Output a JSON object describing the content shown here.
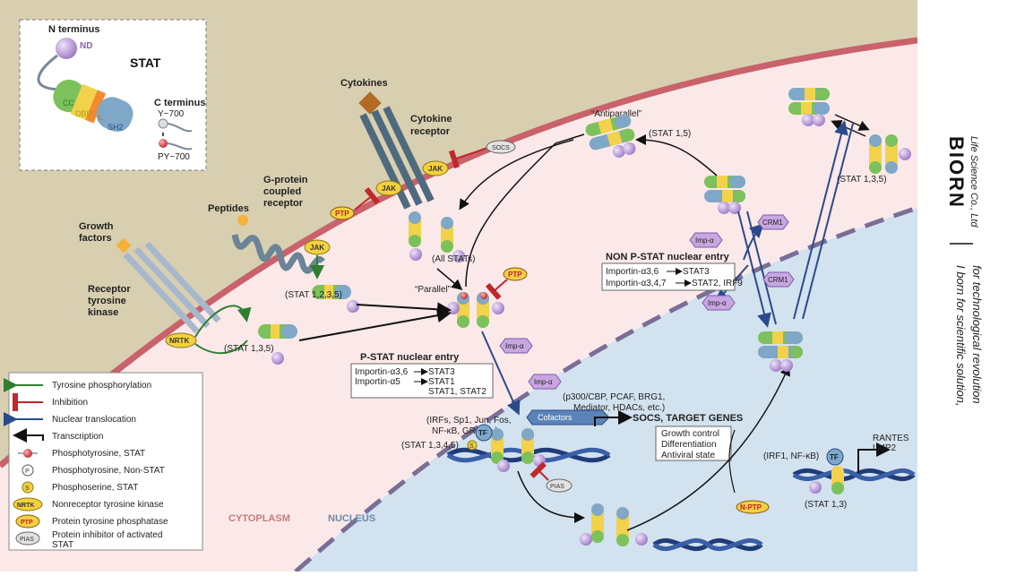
{
  "brand": {
    "name": "BIORN",
    "subtitle": "Life Science Co., Ltd",
    "slogan_1": "I born for scientific solution,",
    "slogan_2": "for technological revolution"
  },
  "inset": {
    "n_terminus": "N terminus",
    "nd": "ND",
    "stat": "STAT",
    "cc": "CC",
    "dbd": "DBD",
    "l": "L",
    "sh2": "SH2",
    "c_terminus": "C terminus",
    "y700": "Y~700",
    "py700": "PY~700"
  },
  "labels": {
    "cytokines": "Cytokines",
    "cytokine_receptor_1": "Cytokine",
    "cytokine_receptor_2": "receptor",
    "socs_badge": "SOCS",
    "jak": "JAK",
    "p": "P",
    "s": "S",
    "peptides": "Peptides",
    "gpcr_1": "G-protein",
    "gpcr_2": "coupled",
    "gpcr_3": "receptor",
    "ptp": "PTP",
    "growth_1": "Growth",
    "growth_2": "factors",
    "rtk_1": "Receptor",
    "rtk_2": "tyrosine",
    "rtk_3": "kinase",
    "nrtk": "NRTK",
    "stat_1235": "(STAT 1,2,3,5)",
    "stat_135_a": "(STAT 1,3,5)",
    "all_stats": "(All STATs)",
    "parallel": "“Parallel”",
    "antiparallel": "“Antiparallel”",
    "stat_15": "(STAT 1,5)",
    "stat_135_b": "(STAT 1,3,5)",
    "crm1_a": "CRM1",
    "crm1_b": "CRM1",
    "imp_alpha_a": "Imp-α",
    "imp_alpha_b": "Imp-α",
    "imp_alpha_c": "Imp-α",
    "imp_alpha_d": "Imp-α",
    "non_pstat_title": "NON P-STAT nuclear entry",
    "non_pstat_1a": "Importin-α3,6",
    "non_pstat_1b": "STAT3",
    "non_pstat_2a": "Importin-α3,4,7",
    "non_pstat_2b": "STAT2, IRF9",
    "pstat_title": "P-STAT nuclear entry",
    "pstat_1a": "Importin-α3,6",
    "pstat_1b": "STAT3",
    "pstat_2a": "Importin-α5",
    "pstat_2b": "STAT1",
    "pstat_3b": "STAT1, STAT2",
    "coact_1": "(p300/CBP, PCAF, BRG1,",
    "coact_2": "Mediator, HDACs, etc.)",
    "tf_list_1": "(IRFs, Sp1, Jun, Fos,",
    "tf_list_2": "NF-κB, GR, etc.)",
    "cofactors": "Cofactors",
    "socs_target": "SOCS, TARGET GENES",
    "outcome_1": "Growth control",
    "outcome_2": "Differentiation",
    "outcome_3": "Antiviral state",
    "stat_1345": "(STAT 1,3,4,5)",
    "tf": "TF",
    "pias_badge": "PIAS",
    "irf1": "(IRF1, NF-κB)",
    "stat_13": "(STAT 1,3)",
    "rantes": "RANTES",
    "lmp2": "LMP2",
    "nptp": "N-PTP",
    "cytoplasm": "CYTOPLASM",
    "nucleus": "NUCLEUS"
  },
  "legend": [
    {
      "key": "tyr",
      "text": "Tyrosine phosphorylation"
    },
    {
      "key": "inh",
      "text": "Inhibition"
    },
    {
      "key": "nuc",
      "text": "Nuclear translocation"
    },
    {
      "key": "trn",
      "text": "Transcription"
    },
    {
      "key": "pys",
      "text": "Phosphotyrosine, STAT"
    },
    {
      "key": "pyn",
      "text": "Phosphotyrosine, Non-STAT"
    },
    {
      "key": "pss",
      "text": "Phosphoserine, STAT"
    },
    {
      "key": "nrtk",
      "text": "Nonreceptor tyrosine kinase"
    },
    {
      "key": "ptp",
      "text": "Protein tyrosine phosphatase"
    },
    {
      "key": "pias",
      "text": "Protein inhibitor of activated",
      "text2": "STAT"
    }
  ],
  "legend_badges": {
    "p": "P",
    "s": "S",
    "nrtk": "NRTK",
    "ptp": "PTP",
    "pias": "PIAS"
  },
  "colors": {
    "membrane": "#c9626a",
    "outside": "#d8cfb0",
    "cytoplasm": "#fbe9e9",
    "nucleus": "#d2e2ef",
    "nuclear_envelope": "#7a6d96",
    "green": "#2f7f2f",
    "red": "#c1272d",
    "blue": "#2b4a8c",
    "receptor": "#4f6a7e",
    "yellow_badge": "#f4d03f",
    "purple": "#b99ad6"
  }
}
